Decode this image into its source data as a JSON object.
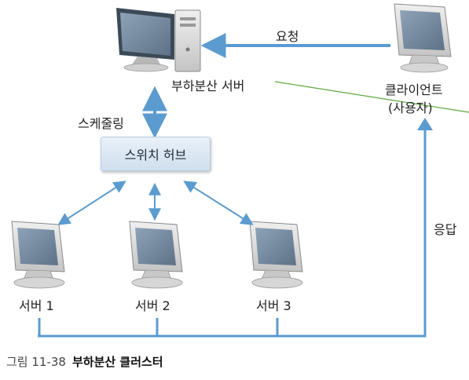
{
  "nodes": {
    "load_balancer": {
      "label": "부하분산 서버"
    },
    "client": {
      "label_line1": "클라이언트",
      "label_line2": "(사용자)"
    },
    "hub": {
      "label": "스위치 허브"
    },
    "servers": [
      {
        "label": "서버 1"
      },
      {
        "label": "서버 2"
      },
      {
        "label": "서버 3"
      }
    ]
  },
  "edges": {
    "request": "요청",
    "scheduling": "스케줄링",
    "response": "응답"
  },
  "caption": {
    "number": "그림 11-38",
    "title": "부하분산 클러스터"
  },
  "colors": {
    "arrow": "#5b9bcf",
    "stray_line": "#5aa83a",
    "monitor_frame": "#d8d8d8",
    "screen": "#7f93a8"
  }
}
